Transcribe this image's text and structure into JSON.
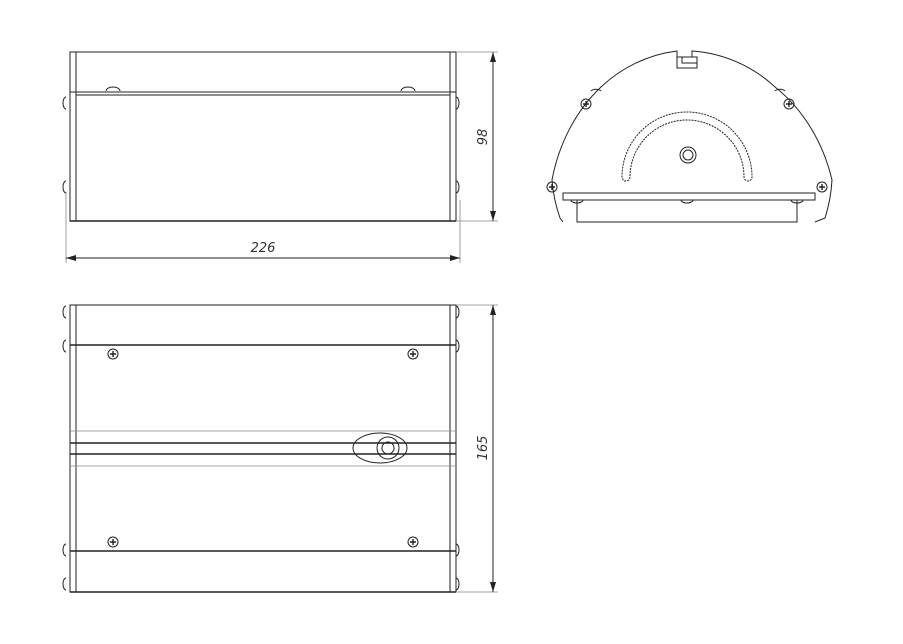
{
  "dimensions": {
    "width": "226",
    "height_front": "98",
    "depth_top": "165"
  },
  "colors": {
    "line": "#222222",
    "background": "#ffffff"
  }
}
